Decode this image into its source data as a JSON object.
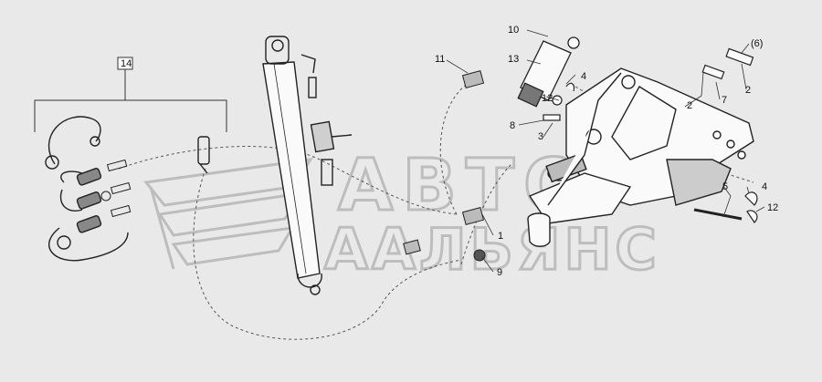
{
  "labels": {
    "c1": "1",
    "c2a": "2",
    "c2b": "2",
    "c3": "3",
    "c4a": "4",
    "c4b": "4",
    "c5": "5",
    "c6": "(6)",
    "c7": "7",
    "c8": "8",
    "c9": "9",
    "c10": "10",
    "c11": "11",
    "c12a": "12",
    "c12b": "12",
    "c13": "13",
    "c14": "14"
  },
  "watermark": {
    "line1": "АВТО",
    "line2": "ААЛЬЯНС"
  }
}
